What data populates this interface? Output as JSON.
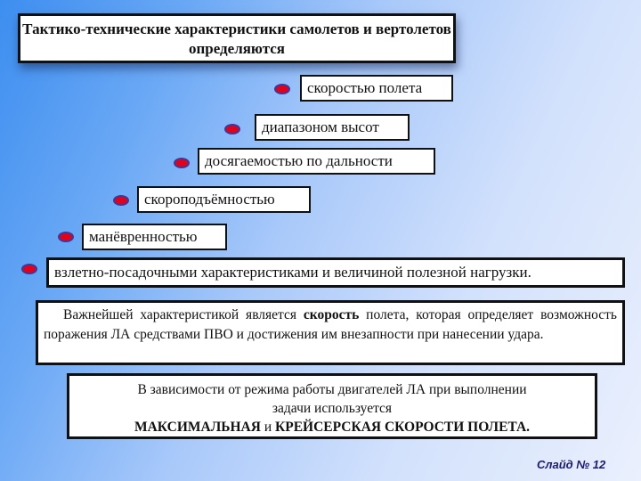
{
  "slide": {
    "title_line1": "Тактико-технические характеристики самолетов и вертолетов",
    "title_line2": "определяются",
    "bullet_icon": "red-oval-bullet",
    "items": [
      {
        "label": "скоростью полета"
      },
      {
        "label": "диапазоном высот"
      },
      {
        "label": "досягаемостью по дальности"
      },
      {
        "label": "скороподъёмностью"
      },
      {
        "label": "манёвренностью"
      },
      {
        "label": "взлетно-посадочными характеристиками и величиной полезной нагрузки."
      }
    ],
    "paragraph": {
      "part1": "Важнейшей характеристикой является ",
      "bold": "скорость",
      "part2": " полета, которая определяет возможность поражения ЛА средствами ПВО и достижения им внезапности при нанесении удара."
    },
    "note": {
      "line1": "В зависимости от режима работы двигателей ЛА при выполнении",
      "line2": "задачи используется",
      "bold1": "МАКСИМАЛЬНАЯ",
      "connector": " и ",
      "bold2": "КРЕЙСЕРСКАЯ СКОРОСТИ ПОЛЕТА."
    },
    "slide_number": "Слайд № 12",
    "colors": {
      "bullet_fill": "#e3001b",
      "bullet_border": "#3a3a9a",
      "slide_number": "#1a1a7a"
    }
  }
}
